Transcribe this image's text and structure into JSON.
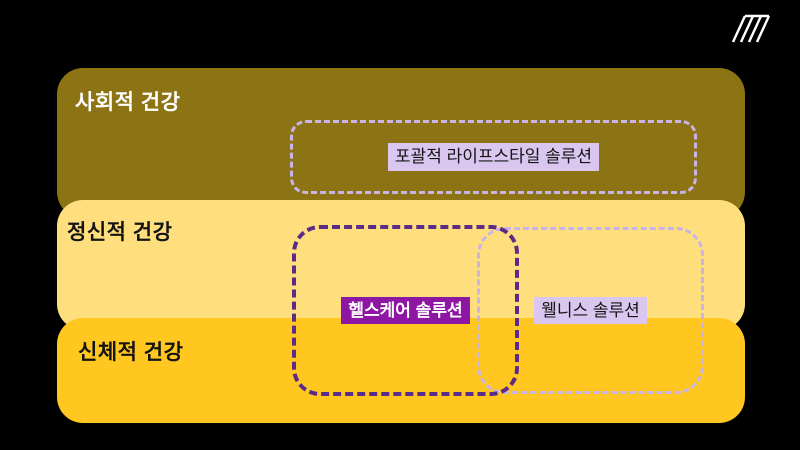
{
  "bands": [
    {
      "label": "사회적 건강",
      "color": "#8c7313",
      "text_color": "#ffffff"
    },
    {
      "label": "정신적 건강",
      "color": "#ffdf7d",
      "text_color": "#141414"
    },
    {
      "label": "신체적 건강",
      "color": "#ffc71f",
      "text_color": "#141414"
    }
  ],
  "boxes": {
    "lifestyle": {
      "label": "포괄적 라이프스타일 솔루션",
      "border_color": "#c8b4e6",
      "label_bg": "#d9c7ef",
      "label_color": "#141414"
    },
    "healthcare": {
      "label": "헬스케어 솔루션",
      "border_color": "#5c2b87",
      "label_bg": "#8d16a3",
      "label_color": "#ffffff"
    },
    "wellness": {
      "label": "웰니스 솔루션",
      "border_color": "#c8b4e6",
      "label_bg": "#d9c7ef",
      "label_color": "#141414"
    }
  },
  "icons": {
    "logo": "diagonal-stripes-brand-logo"
  }
}
